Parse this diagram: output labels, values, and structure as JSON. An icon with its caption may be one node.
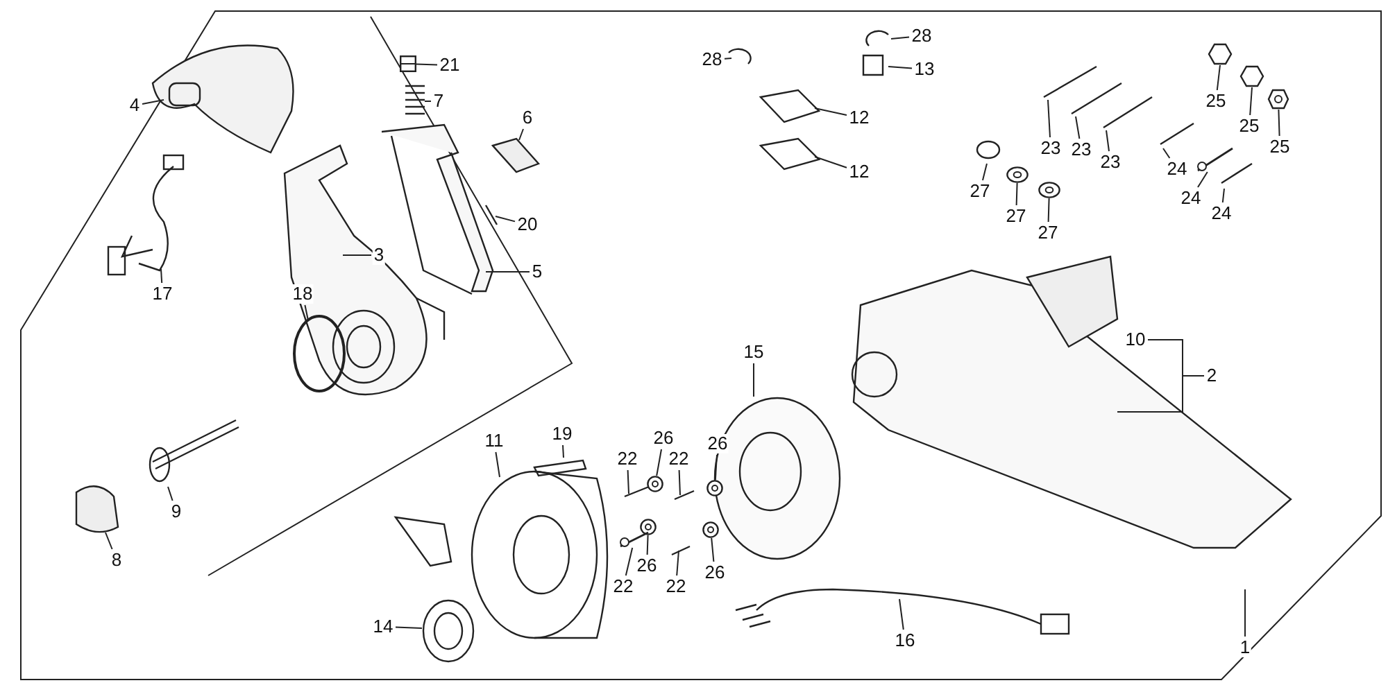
{
  "diagram": {
    "nodes": [
      {
        "text": [
          "21"
        ]
      },
      {
        "text": [
          "4"
        ]
      },
      {
        "text": [
          "7"
        ]
      },
      {
        "text": [
          "28"
        ]
      },
      {
        "text": [
          "28"
        ]
      },
      {
        "text": [
          "13"
        ]
      },
      {
        "text": [
          "25"
        ]
      },
      {
        "text": [
          "25"
        ]
      },
      {
        "text": [
          "25"
        ]
      },
      {
        "text": [
          "6"
        ]
      },
      {
        "text": [
          "12"
        ]
      },
      {
        "text": [
          "23"
        ]
      },
      {
        "text": [
          "23"
        ]
      },
      {
        "text": [
          "23"
        ]
      },
      {
        "text": [
          "24"
        ]
      },
      {
        "text": [
          "24"
        ]
      },
      {
        "text": [
          "24"
        ]
      },
      {
        "text": [
          "12"
        ]
      },
      {
        "text": [
          "27"
        ]
      },
      {
        "text": [
          "27"
        ]
      },
      {
        "text": [
          "27"
        ]
      },
      {
        "text": [
          "20"
        ]
      },
      {
        "text": [
          "3"
        ]
      },
      {
        "text": [
          "5"
        ]
      },
      {
        "text": [
          "17"
        ]
      },
      {
        "text": [
          "18"
        ]
      },
      {
        "text": [
          "15"
        ]
      },
      {
        "text": [
          "10"
        ]
      },
      {
        "text": [
          "2"
        ]
      },
      {
        "text": [
          "19"
        ]
      },
      {
        "text": [
          "26"
        ]
      },
      {
        "text": [
          "26"
        ]
      },
      {
        "text": [
          "11"
        ]
      },
      {
        "text": [
          "22"
        ]
      },
      {
        "text": [
          "22"
        ]
      },
      {
        "text": [
          "9"
        ]
      },
      {
        "text": [
          "8"
        ]
      },
      {
        "text": [
          "26"
        ]
      },
      {
        "text": [
          "26"
        ]
      },
      {
        "text": [
          "22"
        ]
      },
      {
        "text": [
          "22"
        ]
      },
      {
        "text": [
          "14"
        ]
      },
      {
        "text": [
          "16"
        ]
      },
      {
        "text": [
          "1"
        ]
      },
      {
        "text": [],
        "shape": "picture"
      },
      {
        "text": [],
        "shape": "picture"
      },
      {
        "text": [],
        "shape": "bar"
      },
      {
        "text": [],
        "shape": "circle"
      },
      {
        "text": [],
        "shape": "circle"
      },
      {
        "text": [],
        "shape": "circle"
      },
      {
        "text": [],
        "shape": "circle"
      },
      {
        "text": [],
        "shape": "circle"
      },
      {
        "text": [],
        "shape": "circle"
      },
      {
        "text": [],
        "shape": "bar"
      }
    ],
    "edges": [
      {
        "from": 0,
        "to": 44,
        "arrow": "none"
      },
      {
        "from": 1,
        "to": null,
        "arrow": "none"
      },
      {
        "from": 2,
        "to": null,
        "arrow": "none"
      },
      {
        "from": 3,
        "to": null,
        "arrow": "none"
      },
      {
        "from": 4,
        "to": null,
        "arrow": "none"
      },
      {
        "from": 5,
        "to": null,
        "arrow": "none"
      },
      {
        "from": 6,
        "to": null,
        "arrow": "none"
      },
      {
        "from": 7,
        "to": null,
        "arrow": "none"
      },
      {
        "from": 8,
        "to": 45,
        "arrow": "none"
      },
      {
        "from": 9,
        "to": null,
        "arrow": "none"
      },
      {
        "from": 10,
        "to": null,
        "arrow": "none"
      },
      {
        "from": 11,
        "to": null,
        "arrow": "none"
      },
      {
        "from": 12,
        "to": null,
        "arrow": "none"
      },
      {
        "from": 13,
        "to": null,
        "arrow": "none"
      },
      {
        "from": 14,
        "to": null,
        "arrow": "none"
      },
      {
        "from": 15,
        "to": 46,
        "arrow": "none"
      },
      {
        "from": 16,
        "to": null,
        "arrow": "none"
      },
      {
        "from": 17,
        "to": null,
        "arrow": "none"
      },
      {
        "from": 18,
        "to": null,
        "arrow": "none"
      },
      {
        "from": 19,
        "to": 47,
        "arrow": "none"
      },
      {
        "from": 20,
        "to": 48,
        "arrow": "none"
      },
      {
        "from": 21,
        "to": null,
        "arrow": "none"
      },
      {
        "from": 22,
        "to": null,
        "arrow": "none"
      },
      {
        "from": 23,
        "to": null,
        "arrow": "none"
      },
      {
        "from": 24,
        "to": null,
        "arrow": "none"
      },
      {
        "from": 25,
        "to": null,
        "arrow": "none"
      },
      {
        "from": 26,
        "to": null,
        "arrow": "none"
      },
      {
        "from": 27,
        "to": 28,
        "arrow": "none"
      },
      {
        "from": 28,
        "to": null,
        "arrow": "none"
      },
      {
        "from": 29,
        "to": null,
        "arrow": "none"
      },
      {
        "from": 30,
        "to": 49,
        "arrow": "none"
      },
      {
        "from": 31,
        "to": 50,
        "arrow": "none"
      },
      {
        "from": 32,
        "to": null,
        "arrow": "none"
      },
      {
        "from": 33,
        "to": null,
        "arrow": "none"
      },
      {
        "from": 34,
        "to": null,
        "arrow": "none"
      },
      {
        "from": 35,
        "to": null,
        "arrow": "none"
      },
      {
        "from": 36,
        "to": null,
        "arrow": "none"
      },
      {
        "from": 37,
        "to": 51,
        "arrow": "none"
      },
      {
        "from": 38,
        "to": 52,
        "arrow": "none"
      },
      {
        "from": 39,
        "to": 53,
        "arrow": "none"
      },
      {
        "from": 40,
        "to": null,
        "arrow": "none"
      },
      {
        "from": 41,
        "to": null,
        "arrow": "none"
      },
      {
        "from": 42,
        "to": null,
        "arrow": "none"
      },
      {
        "from": 43,
        "to": null,
        "arrow": "none"
      }
    ]
  }
}
